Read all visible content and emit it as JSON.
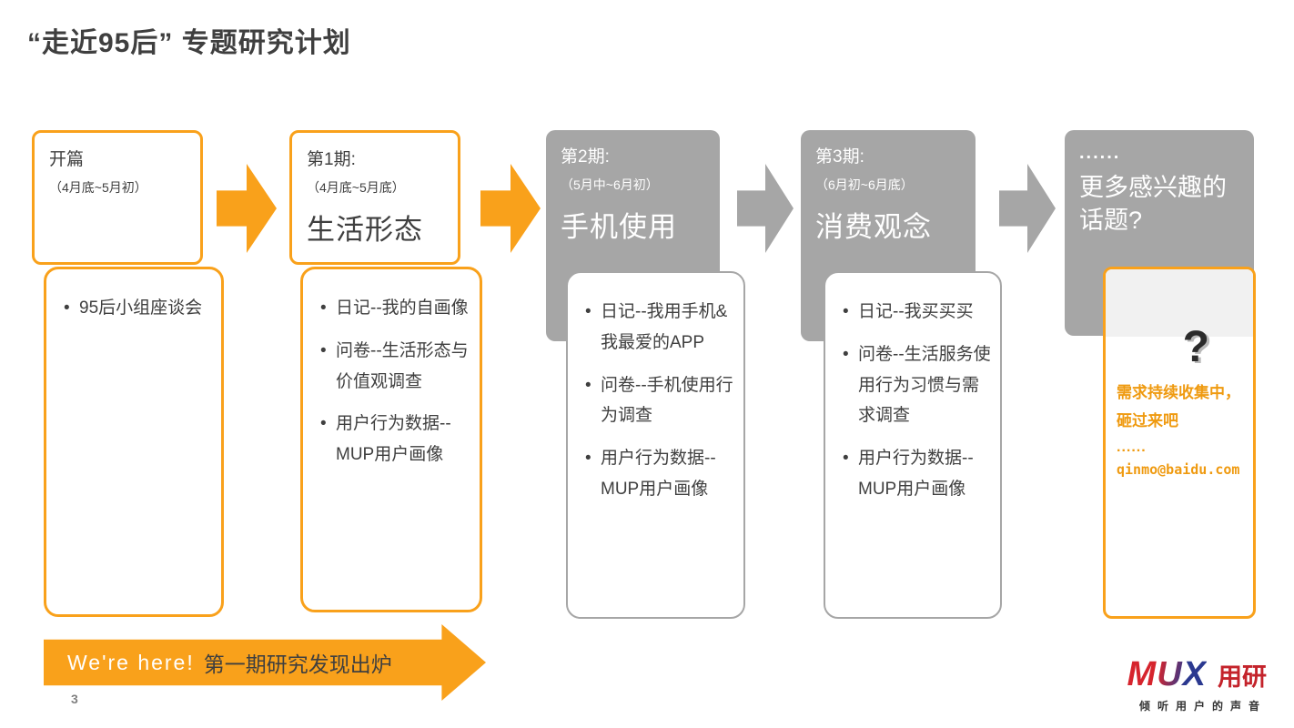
{
  "page": {
    "title": "“走近95后” 专题研究计划",
    "page_number": "3"
  },
  "colors": {
    "orange": "#F9A11B",
    "gray": "#A6A6A6",
    "ink": "#3F3F3F",
    "light_strip": "#F1F1F1",
    "callout_orange": "#EF9A10"
  },
  "phases": [
    {
      "label": "开篇",
      "dates": "（4月底~5月初）",
      "topic": "",
      "bullets": [
        "95后小组座谈会"
      ]
    },
    {
      "label": "第1期:",
      "dates": "（4月底~5月底）",
      "topic": "生活形态",
      "bullets": [
        "日记--我的自画像",
        "问卷--生活形态与价值观调查",
        "用户行为数据--MUP用户画像"
      ]
    },
    {
      "label": "第2期:",
      "dates": "（5月中~6月初）",
      "topic": "手机使用",
      "bullets": [
        "日记--我用手机&我最爱的APP",
        "问卷--手机使用行为调查",
        "用户行为数据--MUP用户画像"
      ]
    },
    {
      "label": "第3期:",
      "dates": "（6月初~6月底）",
      "topic": "消费观念",
      "bullets": [
        "日记--我买买买",
        "问卷--生活服务使用行为习惯与需求调查",
        "用户行为数据--MUP用户画像"
      ]
    },
    {
      "label": "......",
      "topic": "更多感兴趣的话题?",
      "question_mark": "?",
      "callout_line1": "需求持续收集中，",
      "callout_line2": "砸过来吧",
      "callout_dots": "......",
      "email": "qinmo@baidu.com"
    }
  ],
  "banner": {
    "highlight": "We're here!",
    "text": "第一期研究发现出炉"
  },
  "footer": {
    "logo": "MUX",
    "logo_cn": "用研",
    "tagline": "倾听用户的声音"
  }
}
